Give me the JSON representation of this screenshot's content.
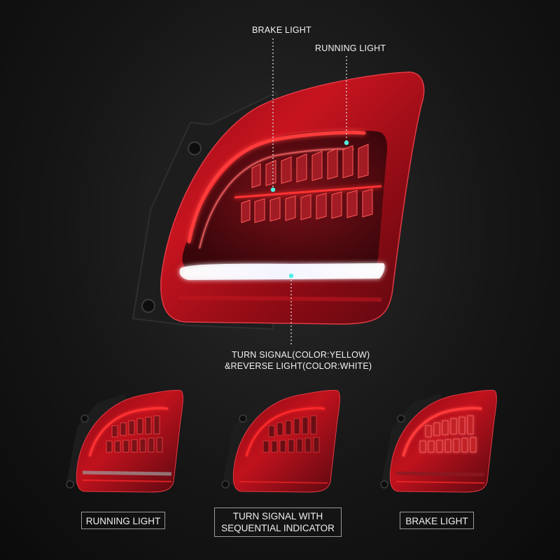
{
  "callouts": {
    "brake_light": "BRAKE LIGHT",
    "running_light": "RUNNING LIGHT",
    "turn_reverse_line1": "TURN SIGNAL(COLOR:YELLOW)",
    "turn_reverse_line2": "&REVERSE LIGHT(COLOR:WHITE)"
  },
  "modes": [
    {
      "label_line1": "RUNNING LIGHT",
      "label_line2": ""
    },
    {
      "label_line1": "TURN SIGNAL WITH",
      "label_line2": "SEQUENTIAL INDICATOR"
    },
    {
      "label_line1": "BRAKE LIGHT",
      "label_line2": ""
    }
  ],
  "colors": {
    "background": "#161616",
    "lens_red": "#b3101c",
    "lens_dark_red": "#5a0a10",
    "glow_red": "#ff2a2a",
    "reverse_white": "#f4f4ff",
    "turn_amber": "#ffc21a",
    "housing_black": "#1c1c1c",
    "callout_line": "#d8d8d8",
    "callout_dot": "#4ff0e0"
  }
}
